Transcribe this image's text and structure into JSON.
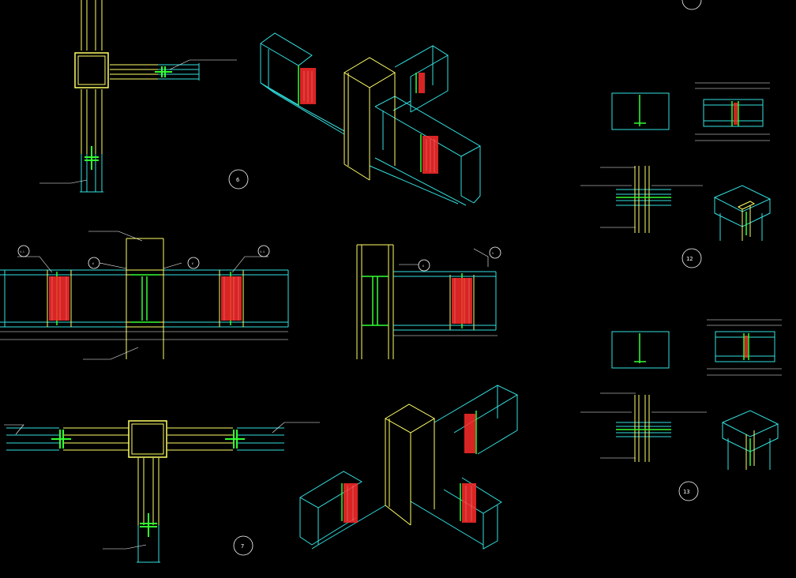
{
  "drawing": {
    "background": "#000000",
    "colors": {
      "column": "#ffff66",
      "beam": "#33e0e0",
      "stiffener": "#33ff33",
      "bolt": "#ff2a2a",
      "leader": "#ffffff"
    },
    "detail_numbers": {
      "d6": "6",
      "d7": "7",
      "d12": "12",
      "d13": "13"
    },
    "callouts": {
      "c41": "4-1",
      "c44": "4-4",
      "c6a": "6",
      "c6b": "6",
      "c6c": "6",
      "c5": "5"
    }
  }
}
